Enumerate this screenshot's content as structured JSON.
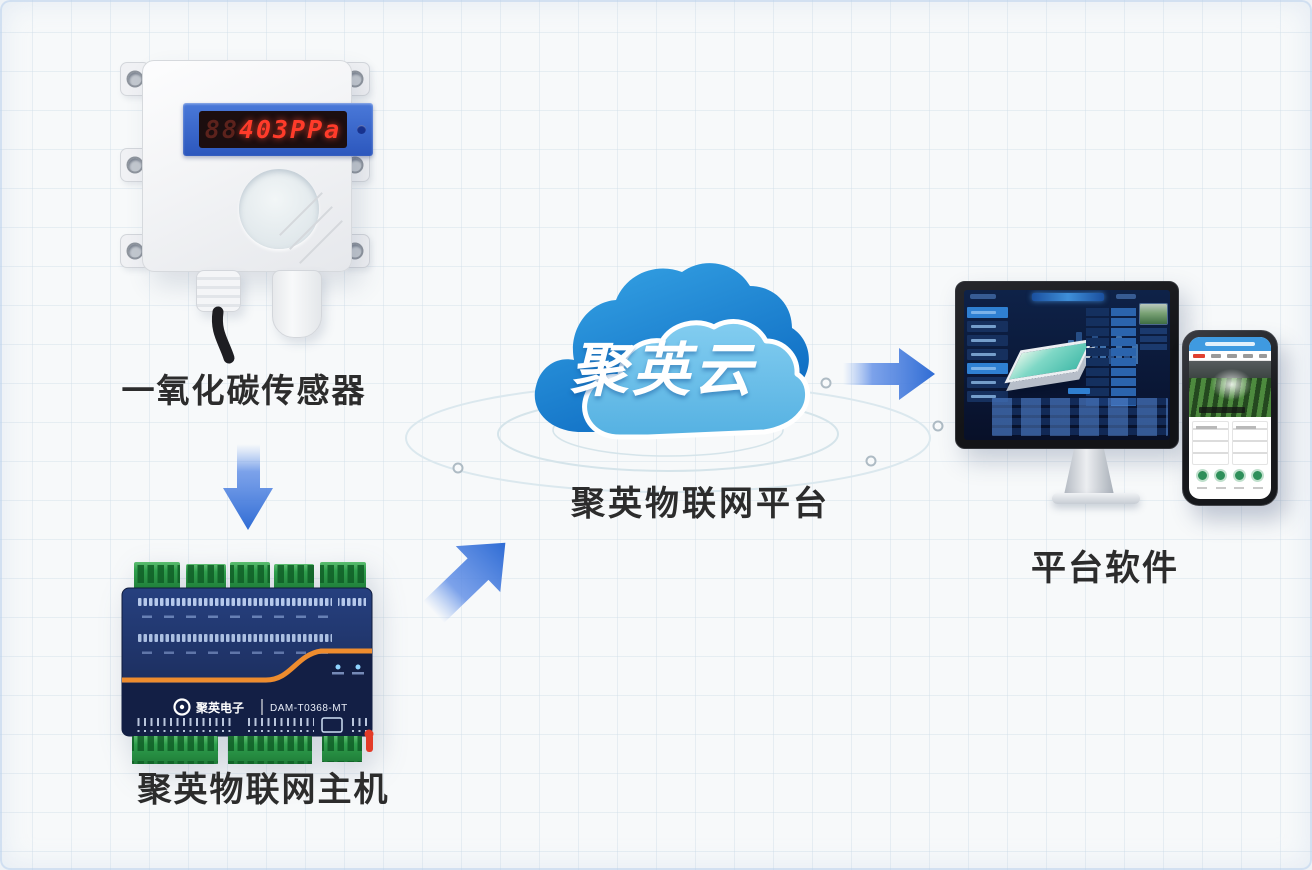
{
  "canvas": {
    "background": "#f7f9fa",
    "grid_color": "#cbdbe6"
  },
  "nodes": {
    "sensor": {
      "label": "一氧化碳传感器",
      "display_ghost": "88",
      "display_value": "403PPa"
    },
    "host": {
      "label": "聚英物联网主机",
      "brand": "聚英电子",
      "model": "DAM-T0368-MT"
    },
    "cloud": {
      "badge": "聚英云",
      "label": "聚英物联网平台"
    },
    "platform": {
      "label": "平台软件"
    }
  },
  "flow": [
    "sensor -> host",
    "host -> cloud",
    "cloud -> platform"
  ],
  "colors": {
    "canvas_bg": "#f7f9fa",
    "arrow_blue": "#2f6cd4",
    "cloud_dark": "#1480d2",
    "cloud_light": "#6fc3ea",
    "host_board": "#1c2f63",
    "host_stripe": "#ee8c2e",
    "terminal_green": "#2e9e4c",
    "display_panel": "#2f5fc6",
    "digit_red": "#ff3b2a",
    "label_text": "#2c2c2c"
  }
}
